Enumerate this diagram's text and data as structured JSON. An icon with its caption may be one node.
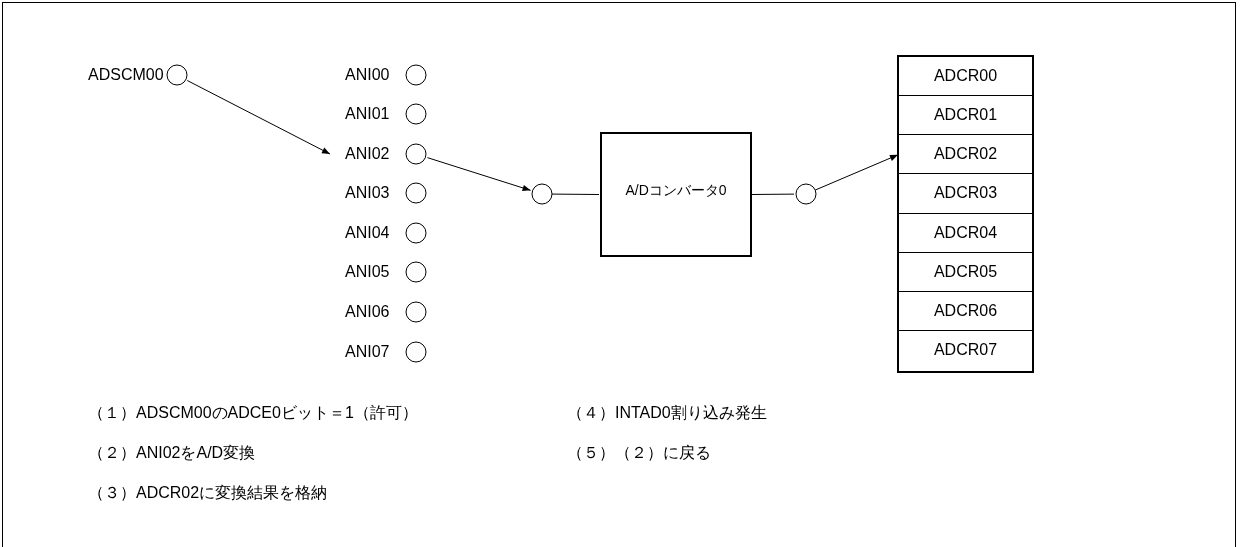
{
  "diagram": {
    "nodes": [
      {
        "text": [],
        "shape": "circle",
        "beside": [
          "ADSCM00"
        ]
      },
      {
        "text": [],
        "shape": "circle",
        "beside": [
          "ANI00"
        ]
      },
      {
        "text": [],
        "shape": "circle",
        "beside": [
          "ANI01"
        ]
      },
      {
        "text": [],
        "shape": "circle",
        "beside": [
          "ANI02"
        ]
      },
      {
        "text": [],
        "shape": "circle",
        "beside": [
          "ANI03"
        ]
      },
      {
        "text": [],
        "shape": "circle",
        "beside": [
          "ANI04"
        ]
      },
      {
        "text": [],
        "shape": "circle",
        "beside": [
          "ANI05"
        ]
      },
      {
        "text": [],
        "shape": "circle",
        "beside": [
          "ANI06"
        ]
      },
      {
        "text": [],
        "shape": "circle",
        "beside": [
          "ANI07"
        ]
      },
      {
        "text": [],
        "shape": "circle"
      },
      {
        "text": [
          "A/Dコンバータ0"
        ]
      },
      {
        "text": [],
        "shape": "circle"
      },
      {
        "text": [],
        "shape": "box"
      },
      {
        "text": [
          "ADCR00"
        ],
        "in": 12
      },
      {
        "text": [
          "ADCR01"
        ],
        "in": 12
      },
      {
        "text": [
          "ADCR02"
        ],
        "in": 12
      },
      {
        "text": [
          "ADCR03"
        ],
        "in": 12
      },
      {
        "text": [
          "ADCR04"
        ],
        "in": 12
      },
      {
        "text": [
          "ADCR05"
        ],
        "in": 12
      },
      {
        "text": [
          "ADCR06"
        ],
        "in": 12
      },
      {
        "text": [
          "ADCR07"
        ],
        "in": 12
      }
    ],
    "edges": [
      {
        "from": 0,
        "to": 3,
        "arrow": "to"
      },
      {
        "from": 3,
        "to": 9,
        "arrow": "to"
      },
      {
        "from": 9,
        "to": 10,
        "arrow": "none"
      },
      {
        "from": 10,
        "to": 11,
        "arrow": "none"
      },
      {
        "from": 11,
        "to": 15,
        "arrow": "to"
      }
    ],
    "labels": [
      "（１）ADSCM00のADCE0ビット＝1（許可）",
      "（４）INTAD0割り込み発生",
      "（２）ANI02をA/D変換",
      "（５）（２）に戻る",
      "（３）ADCR02に変換結果を格納"
    ]
  }
}
